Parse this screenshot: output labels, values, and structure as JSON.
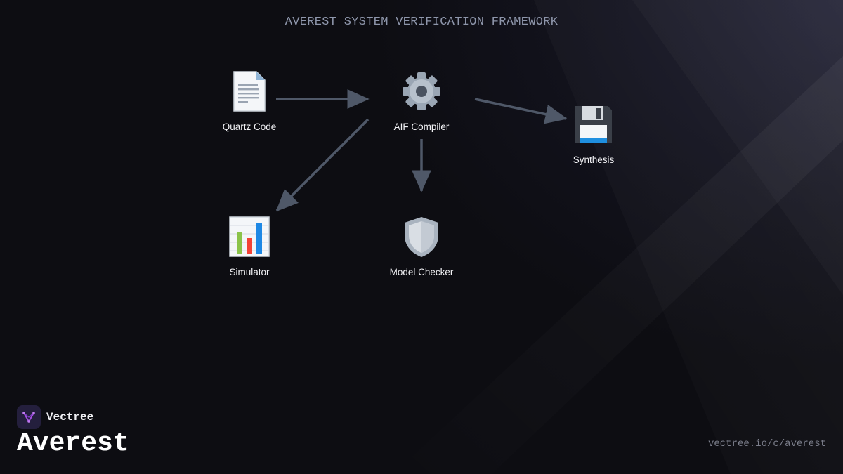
{
  "header": {
    "title": "AVEREST SYSTEM VERIFICATION FRAMEWORK"
  },
  "diagram": {
    "nodes": [
      {
        "id": "quartz",
        "label": "Quartz Code",
        "icon": "document-icon"
      },
      {
        "id": "aif",
        "label": "AIF Compiler",
        "icon": "gear-icon"
      },
      {
        "id": "synthesis",
        "label": "Synthesis",
        "icon": "floppy-disk-icon"
      },
      {
        "id": "simulator",
        "label": "Simulator",
        "icon": "bar-chart-icon"
      },
      {
        "id": "checker",
        "label": "Model Checker",
        "icon": "shield-icon"
      }
    ],
    "edges": [
      {
        "from": "quartz",
        "to": "aif"
      },
      {
        "from": "aif",
        "to": "synthesis"
      },
      {
        "from": "aif",
        "to": "simulator"
      },
      {
        "from": "aif",
        "to": "checker"
      }
    ],
    "arrow_color": "#4f5868"
  },
  "footer": {
    "brand": "Vectree",
    "product": "Averest",
    "url": "vectree.io/c/averest"
  },
  "colors": {
    "background": "#0d0d12",
    "title": "#8e96ab",
    "label": "#f2f2f5",
    "url": "#7c7f8c",
    "logo_bg": "#241f3d",
    "logo_accent": "#a34ee0"
  }
}
